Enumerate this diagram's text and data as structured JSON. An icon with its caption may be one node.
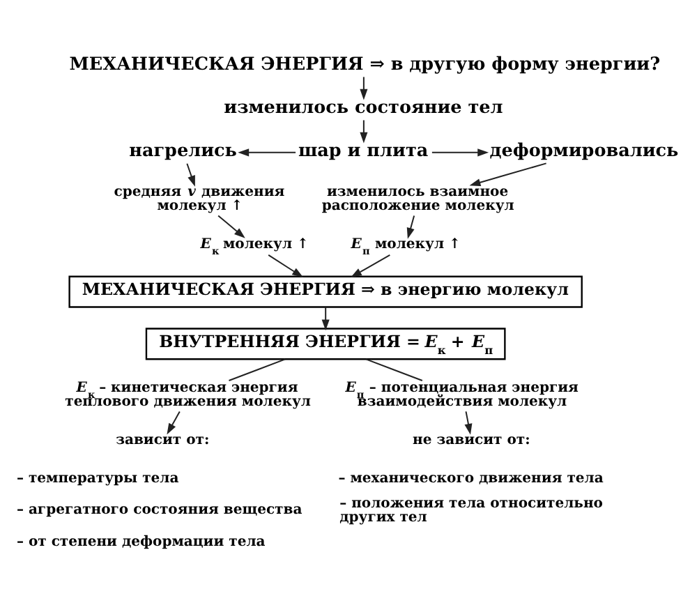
{
  "diagram": {
    "nodes": [
      {
        "text": [
          "МЕХАНИЧЕСКАЯ ЭНЕРГИЯ ⇒ в другую форму энергии?"
        ]
      },
      {
        "text": [
          "изменилось состояние тел"
        ]
      },
      {
        "text": [
          "нагрелись"
        ]
      },
      {
        "text": [
          "шар и плита"
        ]
      },
      {
        "text": [
          "деформировались"
        ]
      },
      {
        "text": [
          "средняя *v* движения молекул ↑"
        ]
      },
      {
        "text": [
          "изменилось взаимное расположение молекул"
        ]
      },
      {
        "text": [
          "*E*$_{к}$ молекул ↑"
        ]
      },
      {
        "text": [
          "*E*$_{п}$ молекул ↑"
        ]
      },
      {
        "text": [
          "МЕХАНИЧЕСКАЯ ЭНЕРГИЯ ⇒ в энергию молекул"
        ]
      },
      {
        "text": [
          "ВНУТРЕННЯЯ ЭНЕРГИЯ = *E*$_{к}$ + *E*$_{п}$"
        ]
      },
      {
        "text": [
          "*E*$_{к}$ – кинетическая энергия теплового движения молекул"
        ]
      },
      {
        "text": [
          "*E*$_{п}$ – потенциальная энергия взаимодействия молекул"
        ]
      },
      {
        "text": [
          "зависит от:"
        ]
      },
      {
        "text": [
          "не зависит от:"
        ]
      }
    ],
    "edges": [
      {
        "from": 0,
        "to": 1,
        "arrow": "to"
      },
      {
        "from": 1,
        "to": 3,
        "arrow": "to"
      },
      {
        "from": 3,
        "to": 2,
        "arrow": "to"
      },
      {
        "from": 3,
        "to": 4,
        "arrow": "to"
      },
      {
        "from": 2,
        "to": 5,
        "arrow": "to"
      },
      {
        "from": 4,
        "to": 6,
        "arrow": "to"
      },
      {
        "from": 5,
        "to": 7,
        "arrow": "to"
      },
      {
        "from": 6,
        "to": 8,
        "arrow": "to"
      },
      {
        "from": 7,
        "to": 9,
        "arrow": "to"
      },
      {
        "from": 8,
        "to": 9,
        "arrow": "to"
      },
      {
        "from": 9,
        "to": 10,
        "arrow": "to"
      },
      {
        "from": 10,
        "to": 11,
        "arrow": "none"
      },
      {
        "from": 10,
        "to": 12,
        "arrow": "none"
      },
      {
        "from": 11,
        "to": 13,
        "arrow": "to"
      },
      {
        "from": 12,
        "to": 14,
        "arrow": "to"
      }
    ],
    "labels": [
      "– температуры тела",
      "– агрегатного состояния вещества",
      "– от степени деформации тела",
      "– механического движения тела",
      "– положения тела относительно других тел"
    ]
  }
}
